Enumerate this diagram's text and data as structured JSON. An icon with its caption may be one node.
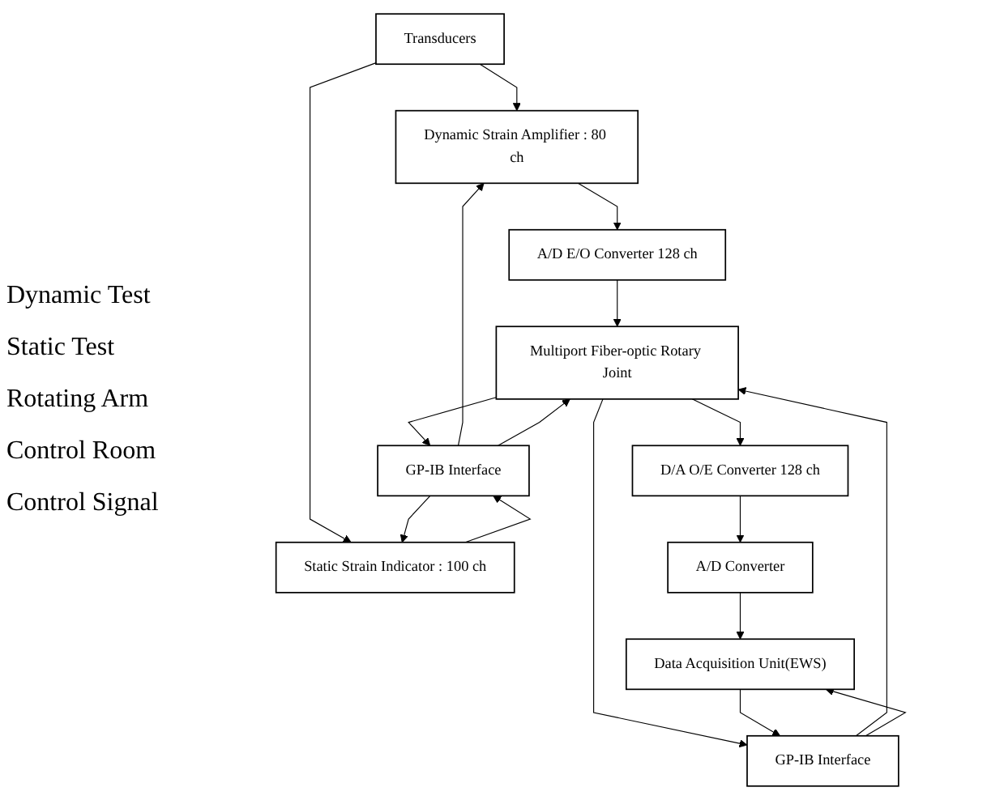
{
  "diagram": {
    "nodes": [
      {
        "text": [
          "Transducers"
        ]
      },
      {
        "text": [
          "Dynamic Strain Amplifier : 80 ch"
        ]
      },
      {
        "text": [
          "Static Strain Indicator : 100 ch"
        ]
      },
      {
        "text": [
          "A/D E/O Converter 128 ch"
        ]
      },
      {
        "text": [
          "GP-IB Interface"
        ]
      },
      {
        "text": [
          "Multiport Fiber-optic Rotary Joint"
        ]
      },
      {
        "text": [
          "D/A O/E Converter 128 ch"
        ]
      },
      {
        "text": [
          "GP-IB Interface"
        ]
      },
      {
        "text": [
          "A/D Converter"
        ]
      },
      {
        "text": [
          "Data Acquisition Unit(EWS)"
        ]
      }
    ],
    "edges": [
      {
        "from": 0,
        "to": 1,
        "arrow": "to"
      },
      {
        "from": 0,
        "to": 2,
        "arrow": "to"
      },
      {
        "from": 1,
        "to": 3,
        "arrow": "to"
      },
      {
        "from": 2,
        "to": 4,
        "arrow": "to"
      },
      {
        "from": 4,
        "to": 2,
        "arrow": "to"
      },
      {
        "from": 4,
        "to": 1,
        "arrow": "to"
      },
      {
        "from": 3,
        "to": 5,
        "arrow": "to"
      },
      {
        "from": 4,
        "to": 5,
        "arrow": "to"
      },
      {
        "from": 5,
        "to": 4,
        "arrow": "to"
      },
      {
        "from": 5,
        "to": 6,
        "arrow": "to"
      },
      {
        "from": 5,
        "to": 7,
        "arrow": "to"
      },
      {
        "from": 7,
        "to": 5,
        "arrow": "to"
      },
      {
        "from": 6,
        "to": 8,
        "arrow": "to"
      },
      {
        "from": 8,
        "to": 9,
        "arrow": "to"
      },
      {
        "from": 7,
        "to": 9,
        "arrow": "to"
      },
      {
        "from": 9,
        "to": 7,
        "arrow": "to"
      }
    ],
    "labels": [
      "Dynamic Test",
      "Static Test",
      "Rotating Arm",
      "Control Room",
      "Control Signal"
    ]
  }
}
